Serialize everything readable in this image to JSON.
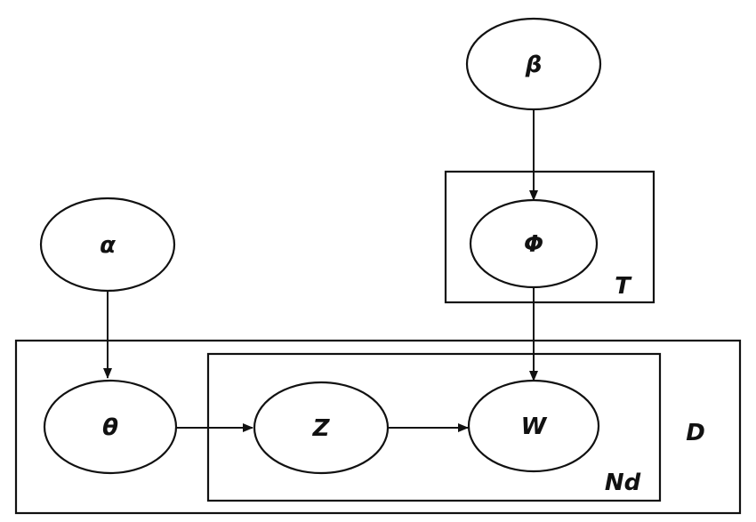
{
  "nodes": {
    "beta": "β",
    "phi": "Φ",
    "alpha": "α",
    "theta": "θ",
    "z": "Z",
    "w": "W"
  },
  "plates": {
    "topics": "T",
    "documents": "D",
    "words": "Nd"
  },
  "edges": [
    [
      "beta",
      "phi"
    ],
    [
      "alpha",
      "theta"
    ],
    [
      "phi",
      "w"
    ],
    [
      "theta",
      "z"
    ],
    [
      "z",
      "w"
    ]
  ]
}
